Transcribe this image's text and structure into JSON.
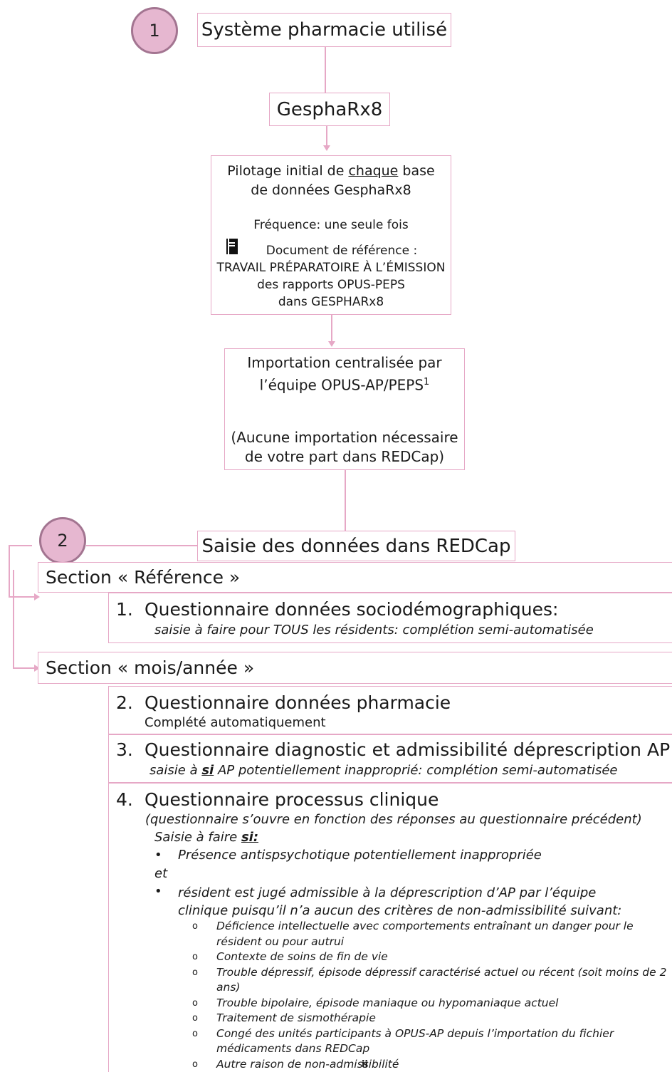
{
  "step1": {
    "badge": "1",
    "title": "Système pharmacie utilisé"
  },
  "gespha": {
    "title": "GesphaRx8"
  },
  "pilot": {
    "line1_pre": "Pilotage initial de ",
    "line1_ul": "chaque",
    "line1_post": " base",
    "line2": "de données GesphaRx8",
    "frequency": "Fréquence: une seule fois",
    "doc_label": "Document de référence :",
    "doc_line1": "TRAVAIL PRÉPARATOIRE À L’ÉMISSION",
    "doc_line2": "des rapports OPUS-PEPS",
    "doc_line3": "dans GESPHARx8",
    "doc_icon": "document-icon"
  },
  "import": {
    "line1": "Importation centralisée par",
    "line2": "l’équipe OPUS-AP/PEPS",
    "sup": "1",
    "line3": "(Aucune importation nécessaire",
    "line4": "de votre part dans REDCap)"
  },
  "step2": {
    "badge": "2",
    "title": "Saisie des données dans REDCap"
  },
  "section_ref": "Section « Référence »",
  "section_month": "Section « mois/année »",
  "q1": {
    "num": "1.",
    "title": "Questionnaire données sociodémographiques:",
    "sub": "saisie à faire pour TOUS les résidents: complétion semi-automatisée"
  },
  "q2": {
    "num": "2.",
    "title": "Questionnaire données pharmacie",
    "sub": "Complété automatiquement"
  },
  "q3": {
    "num": "3.",
    "title": "Questionnaire diagnostic et admissibilité déprescription AP",
    "sub_pre": "saisie à ",
    "sub_si": "si",
    "sub_post": " AP potentiellement inapproprié: complétion semi-automatisée"
  },
  "q4": {
    "num": "4.",
    "title": "Questionnaire processus clinique",
    "note": "(questionnaire s’ouvre en fonction des réponses au questionnaire précédent)",
    "saisie_pre": "Saisie à faire ",
    "saisie_si": "si:",
    "bullet1": "Présence antispsychotique potentiellement inappropriée",
    "et": "et",
    "bullet2_line1": "résident est jugé admissible à la déprescription d’AP par l’équipe",
    "bullet2_line2": "clinique puisqu’il n’a aucun des critères de non-admissibilité suivant:",
    "bullet_mark": "•",
    "sub_mark": "o",
    "criteria": [
      "Déficience intellectuelle avec comportements entraînant un danger pour le résident ou pour autrui",
      "Contexte de soins de fin de vie",
      "Trouble dépressif, épisode dépressif caractérisé actuel ou récent (soit moins de 2 ans)",
      "Trouble bipolaire, épisode maniaque ou hypomaniaque actuel",
      "Traitement de sismothérapie",
      "Congé des unités participants à OPUS-AP depuis l’importation du fichier médicaments dans REDCap",
      "Autre raison de non-admissibilité"
    ],
    "footnote_mark": "ii"
  }
}
